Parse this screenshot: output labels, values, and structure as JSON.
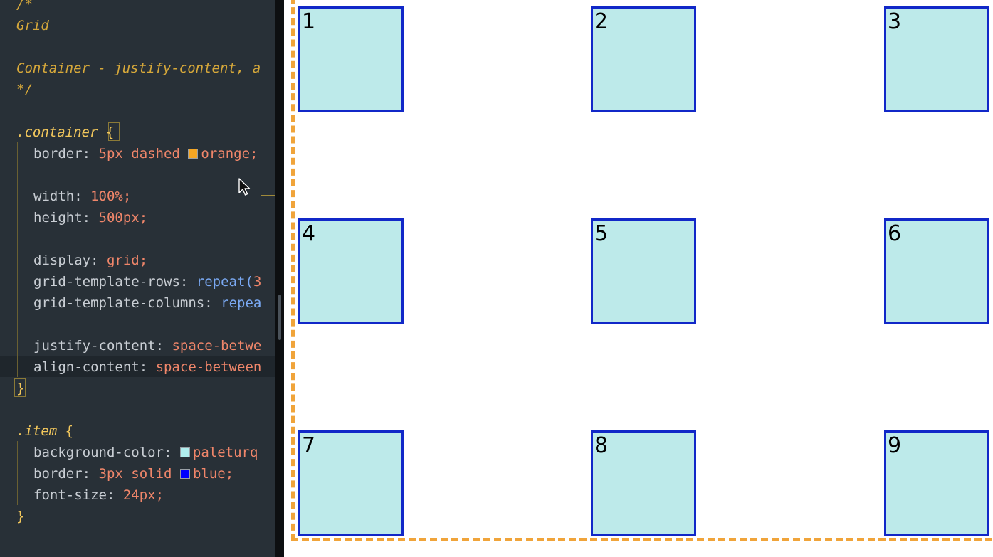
{
  "editor": {
    "lines": {
      "l0": "/*",
      "l1": "Grid",
      "l3": "Container - justify-content, a",
      "l4": "*/",
      "l6_selector": ".container",
      "l6_brace": "{",
      "l7_prop": "border:",
      "l7_val": "5px dashed",
      "l7_color": "orange;",
      "l9_prop": "width:",
      "l9_val": "100%;",
      "l10_prop": "height:",
      "l10_val": "500px;",
      "l12_prop": "display:",
      "l12_val": "grid;",
      "l13_prop": "grid-template-rows:",
      "l13_func": "repeat(",
      "l13_val": "3",
      "l14_prop": "grid-template-columns:",
      "l14_func": "repea",
      "l16_prop": "justify-content:",
      "l16_val": "space-betwe",
      "l17_prop": "align-content:",
      "l17_val": "space-between",
      "l18_brace": "}",
      "l20_selector": ".item",
      "l20_brace": "{",
      "l21_prop": "background-color:",
      "l21_val": "paleturq",
      "l22_prop": "border:",
      "l22_val": "3px solid",
      "l22_color": "blue;",
      "l23_prop": "font-size:",
      "l23_val": "24px;",
      "l24_brace": "}"
    },
    "swatches": {
      "orange": "#f5a623",
      "paleturquoise": "#afeeee",
      "blue": "#0000ff"
    }
  },
  "preview": {
    "container_border_color": "#f0a43a",
    "item_background": "#bdeaea",
    "item_border_color": "#1128c8",
    "items": [
      "1",
      "2",
      "3",
      "4",
      "5",
      "6",
      "7",
      "8",
      "9"
    ]
  }
}
